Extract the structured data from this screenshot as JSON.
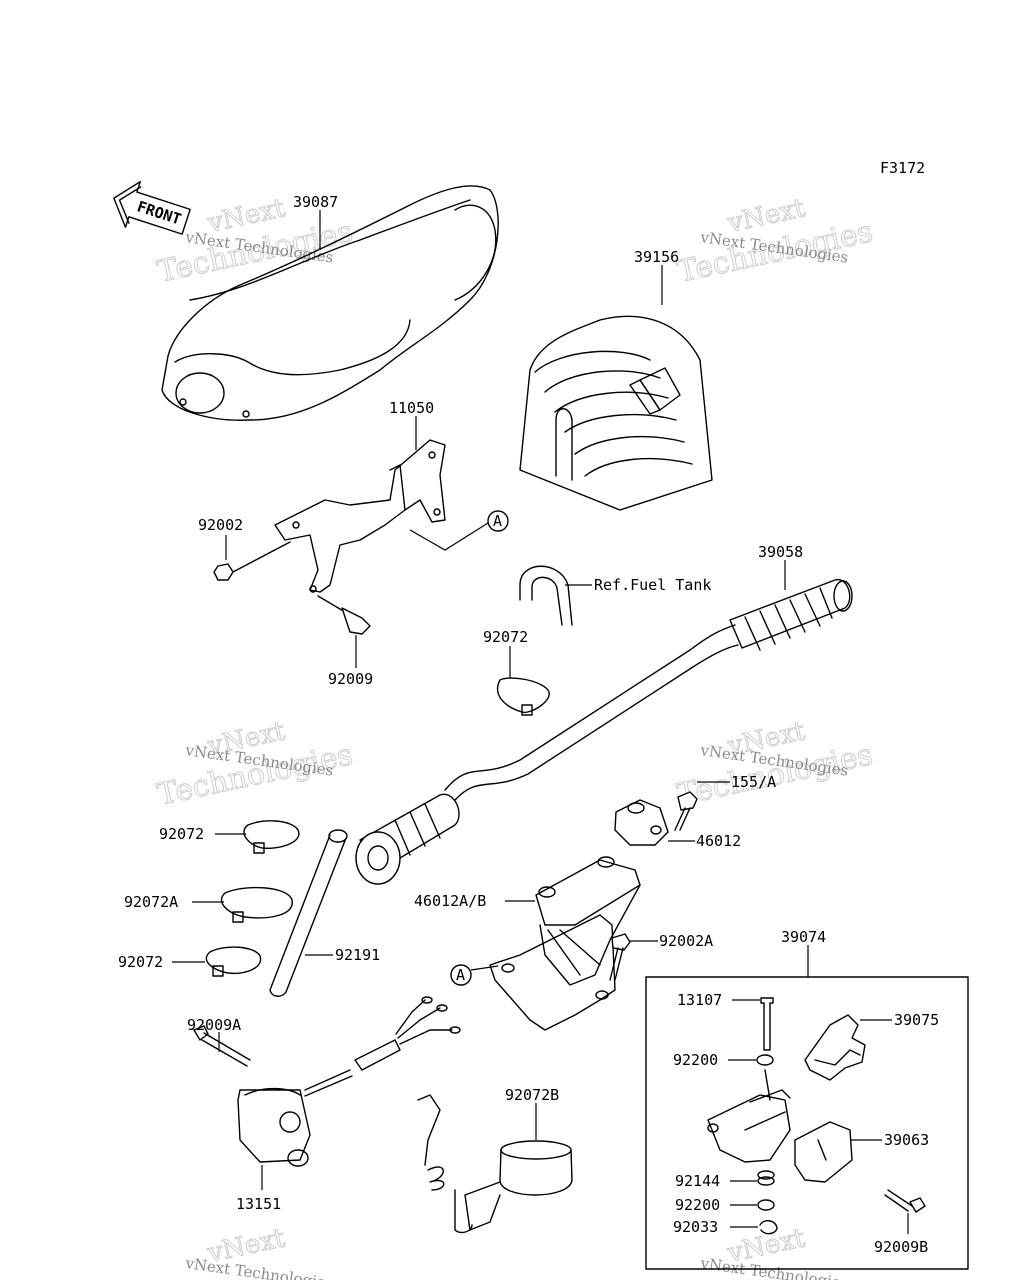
{
  "figure_code": "F3172",
  "front_arrow": "FRONT",
  "watermark": {
    "line1": "vNext",
    "line2": "Technologies",
    "small": "vNext Technologies"
  },
  "callouts": {
    "p39087": "39087",
    "p39156": "39156",
    "p11050": "11050",
    "p92002": "92002",
    "p92009": "92009",
    "p39058": "39058",
    "ref_fuel_tank": "Ref.Fuel Tank",
    "p92072_a": "92072",
    "p92072_b": "92072",
    "p92072A": "92072A",
    "p92072_c": "92072",
    "p92191": "92191",
    "p155A": "155/A",
    "p46012": "46012",
    "p46012AB": "46012A/B",
    "p92002A": "92002A",
    "p39074": "39074",
    "p13107": "13107",
    "p39075": "39075",
    "p92200_a": "92200",
    "p39063": "39063",
    "p92144": "92144",
    "p92200_b": "92200",
    "p92033": "92033",
    "p92009B": "92009B",
    "p92009A": "92009A",
    "p92072B": "92072B",
    "p13151": "13151",
    "ref_a_1": "A",
    "ref_a_2": "A"
  }
}
